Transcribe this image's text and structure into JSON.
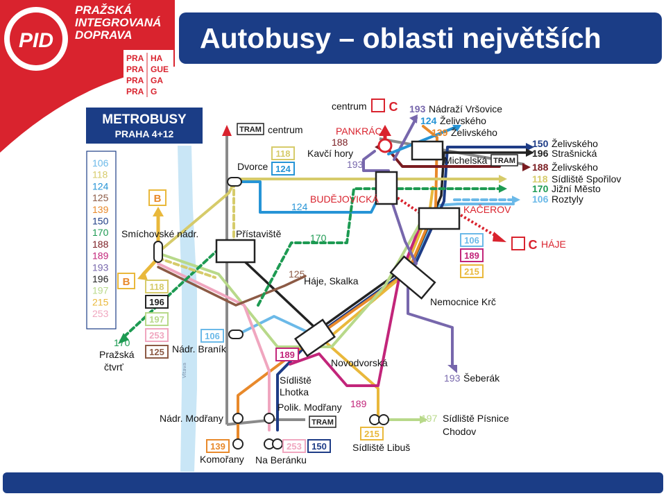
{
  "slide": {
    "title": "Autobusy – oblasti největších změn"
  },
  "brand": {
    "name_lines": [
      "PRAŽSKÁ",
      "INTEGROVANÁ",
      "DOPRAVA"
    ],
    "logo_text": "PID",
    "prague_col1": [
      "PRA",
      "PRA",
      "PRA",
      "PRA"
    ],
    "prague_col2": [
      "HA",
      "GUE",
      "GA",
      "G"
    ]
  },
  "metrobusy": {
    "title": "METROBUSY",
    "subtitle": "PRAHA 4+12"
  },
  "line_list": [
    "106",
    "118",
    "124",
    "125",
    "139",
    "150",
    "170",
    "188",
    "189",
    "193",
    "196",
    "197",
    "215",
    "253"
  ],
  "places": {
    "centrum_top": "centrum",
    "pankrac": "PANKRÁC",
    "kavci_hory": "Kavčí hory",
    "budejovicka": "BUDĚJOVICKÁ",
    "kacerov": "KAČEROV",
    "haje": "HÁJE",
    "michelska": "Michelská",
    "nemocnice_krc": "Nemocnice Krč",
    "seberak": "Šeberák",
    "novodvorska": "Novodvorská",
    "haje_skalka": "Háje, Skalka",
    "pristaviste": "Přístaviště",
    "dvorce": "Dvorce",
    "centrum_tram": "centrum",
    "smichovske": "Smíchovské nádr.",
    "nadr_branik": "Nádr. Braník",
    "nadr_modrany": "Nádr. Modřany",
    "komorany": "Komořany",
    "na_berankum": "Na Beránku",
    "sidliste_lhotka_1": "Sídliště",
    "sidliste_lhotka_2": "Lhotka",
    "polik_modrany": "Polik. Modřany",
    "sidliste_libus": "Sídliště Libuš",
    "sidliste_pisnice": "Sídliště Písnice",
    "chodov": "Chodov",
    "prazska_ctvrt_1": "Pražská",
    "prazska_ctvrt_2": "čtvrť",
    "river": "Vltava"
  },
  "tram_label": "TRAM",
  "metro_b": "B",
  "metro_c": "C",
  "destinations_top": [
    {
      "line": "193",
      "place": "Nádraží Vršovice"
    },
    {
      "line": "124",
      "place": "Želivského"
    },
    {
      "line": "139",
      "place": "Želivského"
    }
  ],
  "destinations_right": [
    {
      "line": "150",
      "place": "Želivského"
    },
    {
      "line": "196",
      "place": "Strašnická"
    },
    {
      "line": "188",
      "place": "Želivského"
    },
    {
      "line": "118",
      "place": "Sídliště Spořilov"
    },
    {
      "line": "170",
      "place": "Jižní Město"
    },
    {
      "line": "106",
      "place": "Roztyly"
    }
  ],
  "line_labels": {
    "l188": "188",
    "l193": "193",
    "l124_dvorce": "124",
    "l118_dvorce": "118",
    "l124": "124",
    "l170": "170",
    "l125": "125",
    "l106_branik": "106",
    "l189_lhotka": "189",
    "l189_modrany": "189",
    "l197": "197",
    "l193_seberak": "193",
    "left_118": "118",
    "left_196": "196",
    "left_197": "197",
    "left_253": "253",
    "left_125": "125",
    "kac_106": "106",
    "kac_189": "189",
    "kac_215": "215",
    "b_139": "139",
    "b_253": "253",
    "b_150": "150",
    "b_215": "215",
    "l170_left": "170"
  },
  "colors": {
    "navy": "#1b3d86",
    "red": "#d9232e",
    "l106": "#6bb9e8",
    "l118": "#d6cb6a",
    "l124": "#2694d6",
    "l125": "#8c5a45",
    "l139": "#e8892b",
    "l150": "#1e3c86",
    "l170": "#1d9a52",
    "l188": "#7a1c21",
    "l189": "#c2257a",
    "l193": "#7767ac",
    "l196": "#222222",
    "l197": "#b8d98a",
    "l215": "#e9b83b",
    "l253": "#f0a6bf"
  }
}
